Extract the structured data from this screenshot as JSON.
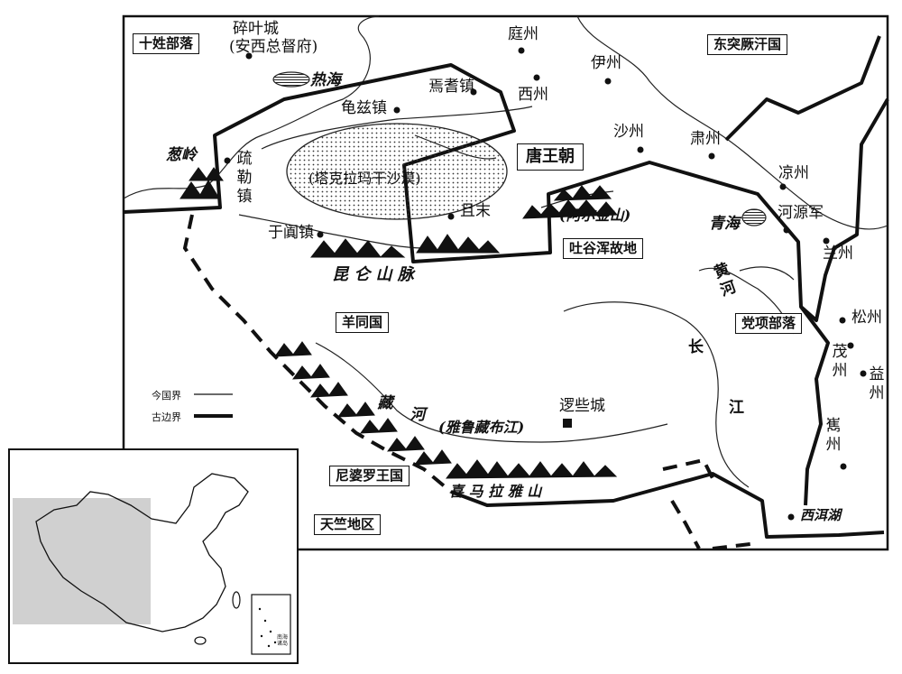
{
  "regions": {
    "shixing": "十姓部落",
    "dongtujue": "东突厥汗国",
    "tang": "唐王朝",
    "tuyuhun": "吐谷浑故地",
    "yangtong": "羊同国",
    "dangxiang": "党项部落",
    "niboluo": "尼婆罗王国",
    "tianzhu": "天竺地区"
  },
  "cities": {
    "suiye": "碎叶城",
    "anxi": "(安西总督府)",
    "tingzhou": "庭州",
    "yizhou": "伊州",
    "xizhou": "西州",
    "yanqi": "焉耆镇",
    "qiuci": "龟兹镇",
    "shule_1": "疏",
    "shule_2": "勒",
    "shule_3": "镇",
    "shazhou": "沙州",
    "suzhou": "肃州",
    "liangzhou": "凉州",
    "heyuan": "河源军",
    "lanzhou": "兰州",
    "qiemo": "且末",
    "yutian": "于阗镇",
    "songzhou": "松州",
    "maozhou": [
      "茂",
      "州"
    ],
    "yizhou2": [
      "益",
      "州"
    ],
    "xizhou2": [
      "嶲",
      "州"
    ],
    "luoxie": "逻些城"
  },
  "geo": {
    "rehai": "热海",
    "congling": "葱岭",
    "desert": "(塔克拉玛干沙漠)",
    "aerjin": "(阿尔金山)",
    "qinghai": "青海",
    "kunlun": "昆 仑 山 脉",
    "huanghe": [
      "黄",
      "河"
    ],
    "changjiang_1": "长",
    "changjiang_2": "江",
    "zanghe": [
      "藏",
      "河"
    ],
    "yarlung": "(雅鲁藏布江)",
    "himalaya": "喜 马 拉 雅 山",
    "xier": "西洱湖"
  },
  "legend": {
    "modern": "今国界",
    "ancient": "古边界"
  },
  "inset": {
    "label1": "南海",
    "label2": "诸岛"
  }
}
